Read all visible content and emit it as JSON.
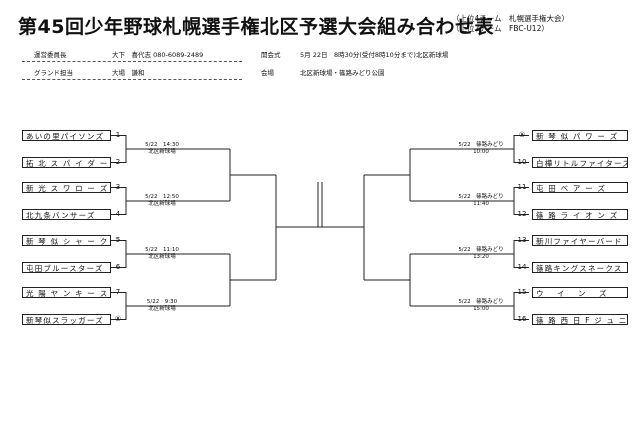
{
  "title": "第45回少年野球札幌選手権北区予選大会組み合わせ表",
  "notes": [
    "（上位4チーム　札幌選手権大会）",
    "（上位2チーム　FBC-U12）"
  ],
  "info": {
    "committee_label": "運営委員長",
    "committee_value": "大下　喜代志 080-6089-2489",
    "ground_label": "グランド担当",
    "ground_value": "大場　謙和",
    "opening_label": "開会式",
    "opening_value": "5月 22日　8時30分(受付8時10分まで)北区新球場",
    "venue_label": "会場",
    "venue_value": "北区新球場・篠路みどり公園"
  },
  "left_teams": [
    {
      "name": "あいの里パイソンズ",
      "seed": "1"
    },
    {
      "name": "拓 北 ス パ イ ダ ー ズ",
      "seed": "2"
    },
    {
      "name": "新 光 ス ワ ロ ー ズ",
      "seed": "3"
    },
    {
      "name": "北九条バンサーズ",
      "seed": "4"
    },
    {
      "name": "新 琴 似 シ ャ ー ク",
      "seed": "5"
    },
    {
      "name": "屯田ブルースターズ",
      "seed": "6"
    },
    {
      "name": "光 陽 ヤ ン キ ー ス",
      "seed": "7"
    },
    {
      "name": "新琴似スラッガーズ",
      "seed": "⑧"
    }
  ],
  "right_teams": [
    {
      "name": "新 琴 似 パ ワ ー ズ",
      "seed": "⑨"
    },
    {
      "name": "白樺リトルファイターズ",
      "seed": "10"
    },
    {
      "name": "屯 田 ベ ア ー ズ",
      "seed": "11"
    },
    {
      "name": "篠 路 ラ イ オ ン ズ",
      "seed": "12"
    },
    {
      "name": "新川ファイヤーバード",
      "seed": "13"
    },
    {
      "name": "篠路キングスネークス",
      "seed": "14"
    },
    {
      "name": "ウ　 イ 　ン　 ズ",
      "seed": "15"
    },
    {
      "name": "篠 路 西 日 F ジ ュ ニ ア",
      "seed": "16"
    }
  ],
  "left_matches": [
    {
      "line1": "5/22　14:30",
      "line2": "北区新球場"
    },
    {
      "line1": "5/22　12:50",
      "line2": "北区新球場"
    },
    {
      "line1": "5/22　11:10",
      "line2": "北区新球場"
    },
    {
      "line1": "5/22　9:30",
      "line2": "北区新球場"
    }
  ],
  "right_matches": [
    {
      "line1": "5/22　篠路みどり",
      "line2": "10:00"
    },
    {
      "line1": "5/22　篠路みどり",
      "line2": "11:40"
    },
    {
      "line1": "5/22　篠路みどり",
      "line2": "13:20"
    },
    {
      "line1": "5/22　篠路みどり",
      "line2": "15:00"
    }
  ]
}
